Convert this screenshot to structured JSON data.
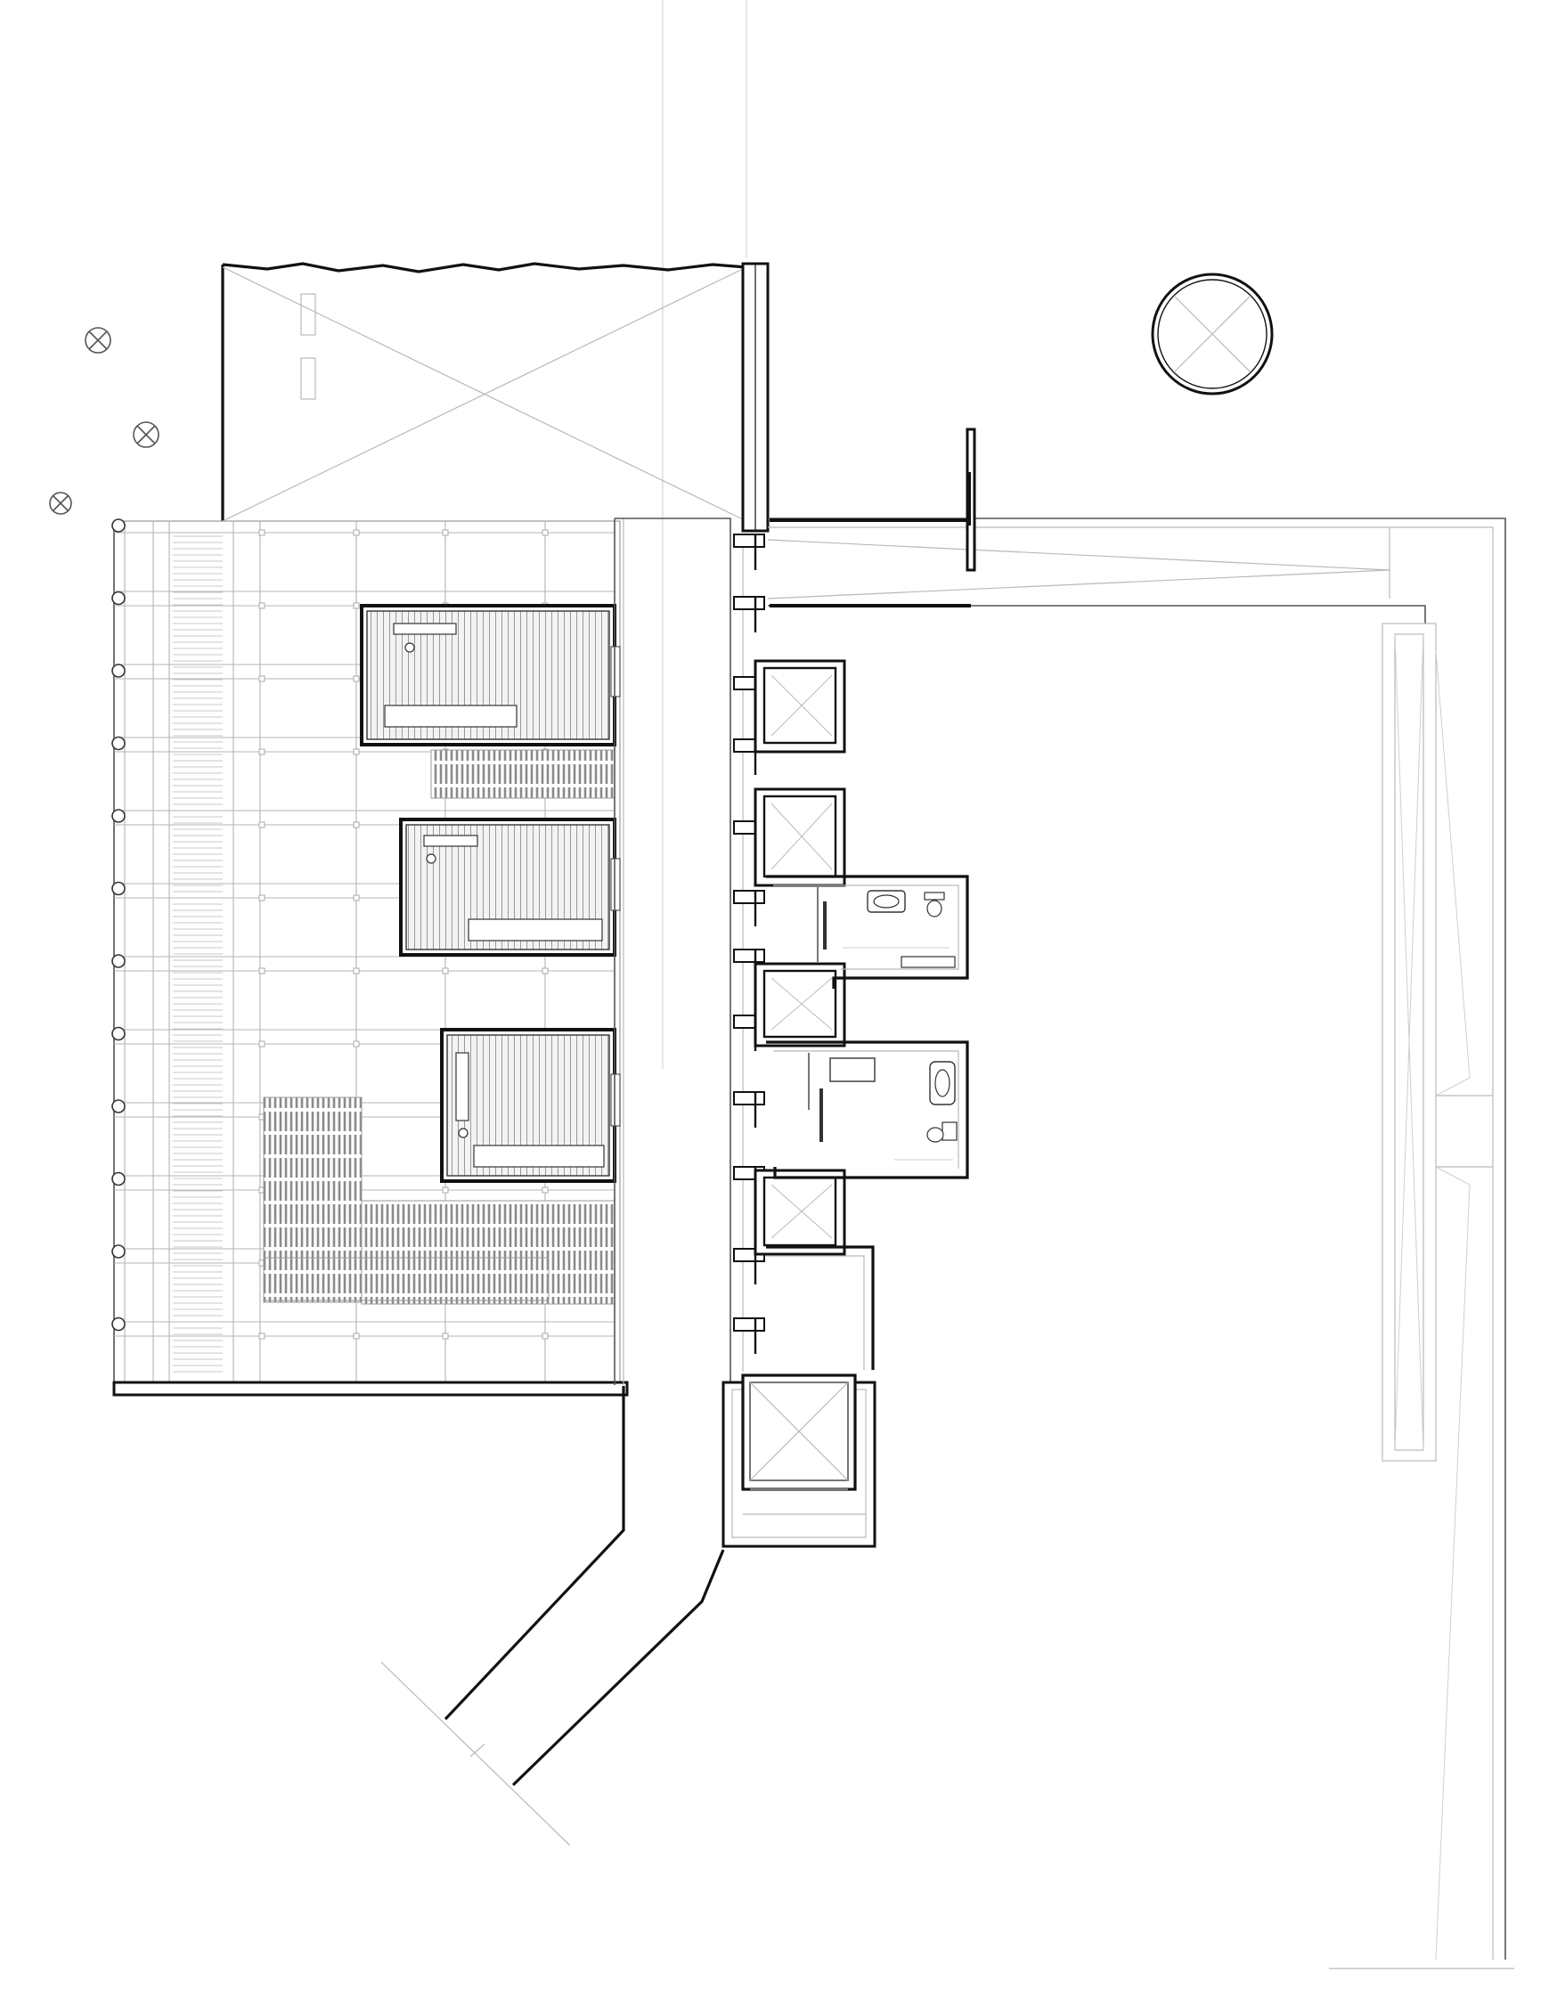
{
  "drawing": {
    "kind": "architectural floor plan",
    "style": "black line drawing on white",
    "colors": {
      "background": "#ffffff",
      "primary_line": "#111111",
      "secondary_line": "#b9b9b9",
      "hatch": "#8a8a8a"
    }
  },
  "elements": {
    "columns_left_count": 4,
    "tree_circle_present": true,
    "enclosed_pods_count": 3,
    "service_boxes_count": 5,
    "bathrooms_count": 2,
    "stairs_elevator_present": true,
    "ramp_present": true
  }
}
